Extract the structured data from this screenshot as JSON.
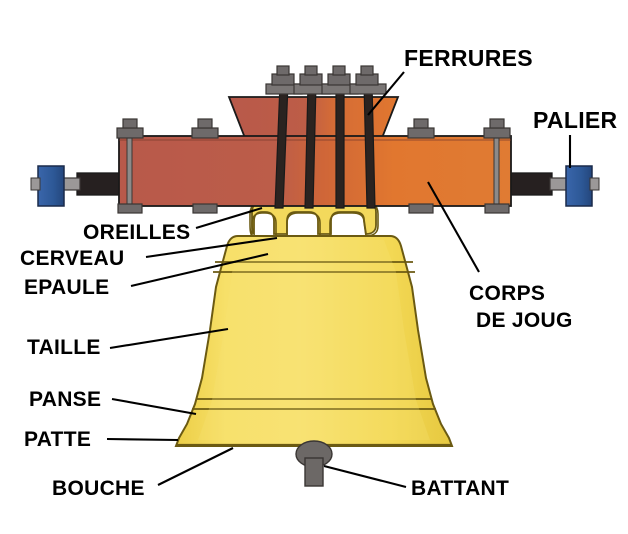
{
  "diagram": {
    "title": "Bell and headstock labelled diagram (French)",
    "background": "#ffffff",
    "labels": {
      "ferrures": "FERRURES",
      "palier": "PALIER",
      "oreilles": "OREILLES",
      "cerveau": "CERVEAU",
      "epaule": "EPAULE",
      "corps_line1": "CORPS",
      "corps_line2": "DE JOUG",
      "taille": "TAILLE",
      "panse": "PANSE",
      "patte": "PATTE",
      "bouche": "BOUCHE",
      "battant": "BATTANT"
    }
  },
  "colors": {
    "bell_body": "#f6dc54",
    "bell_highlight": "#fbe877",
    "bell_shadow": "#e8c93f",
    "bell_outline": "#6b5a12",
    "yoke_red": "#b8594a",
    "yoke_orange": "#e1772f",
    "yoke_red_dark": "#a04b3d",
    "bearing_blue": "#2f5a9e",
    "bearing_blue_dark": "#24467c",
    "shaft_dark": "#262020",
    "bolt_grey": "#6e6a6a",
    "bolt_grey_light": "#9b9898",
    "clapper_grey": "#6c6866",
    "outline": "#1a1a1a",
    "label_text": "#000000"
  },
  "parts": {
    "bell": {
      "name": "bell",
      "rings": [
        "shoulder-band-upper",
        "shoulder-band-lower",
        "waist-band-upper",
        "waist-band-lower"
      ]
    },
    "headstock": {
      "name": "corps-de-joug",
      "beam_sections": [
        "left-red-beam",
        "right-orange-beam",
        "upper-trapezoid-block"
      ],
      "through_bolts": 4,
      "side_bolts": 4
    },
    "bearings": [
      "left-bearing",
      "right-bearing"
    ],
    "crown_ears": 3,
    "clapper": "battant"
  }
}
